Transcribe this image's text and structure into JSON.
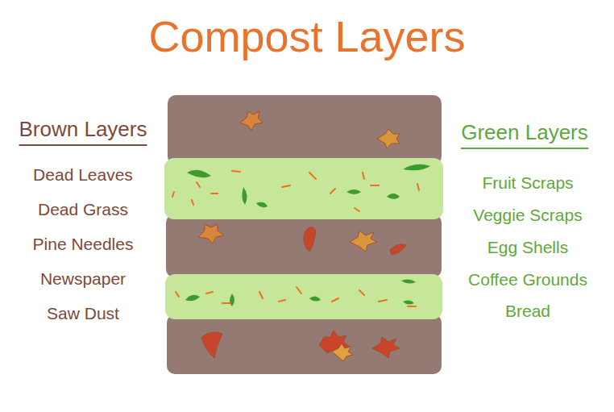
{
  "diagram": {
    "title": "Compost Layers",
    "labels": [
      "Brown Layers",
      "Dead Leaves",
      "Dead Grass",
      "Pine Needles",
      "Newspaper",
      "Saw Dust",
      "Green Layers",
      "Fruit Scraps",
      "Veggie Scraps",
      "Egg Shells",
      "Coffee Grounds",
      "Bread"
    ]
  }
}
